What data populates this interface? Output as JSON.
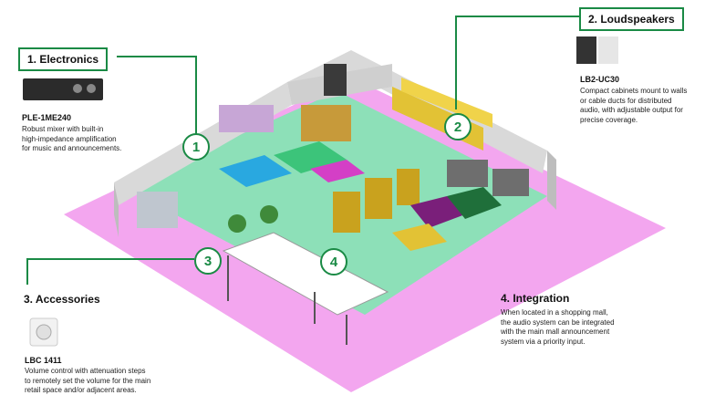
{
  "colors": {
    "accent": "#1a8a45",
    "floor_pink": "#f3a6ef",
    "floor_green": "#8de0b8",
    "wall": "#d9d9d9"
  },
  "sections": [
    {
      "heading": "1. Electronics",
      "model": "PLE-1ME240",
      "description": [
        "Robust mixer with built-in",
        "high-impedance amplification",
        "for music and announcements."
      ]
    },
    {
      "heading": "2. Loudspeakers",
      "model": "LB2-UC30",
      "description": [
        "Compact cabinets mount to walls",
        "or cable ducts for distributed",
        "audio, with adjustable output for",
        "precise coverage."
      ]
    },
    {
      "heading": "3. Accessories",
      "model": "LBC 1411",
      "description": [
        "Volume control with attenuation steps",
        "to remotely set the volume for the main",
        "retail space and/or adjacent areas."
      ]
    },
    {
      "heading": "4. Integration",
      "model": "",
      "description": [
        "When located in a shopping mall,",
        "the audio system can be integrated",
        "with the main mall announcement",
        "system via a priority input."
      ]
    }
  ],
  "callouts": [
    "1",
    "2",
    "3",
    "4"
  ]
}
